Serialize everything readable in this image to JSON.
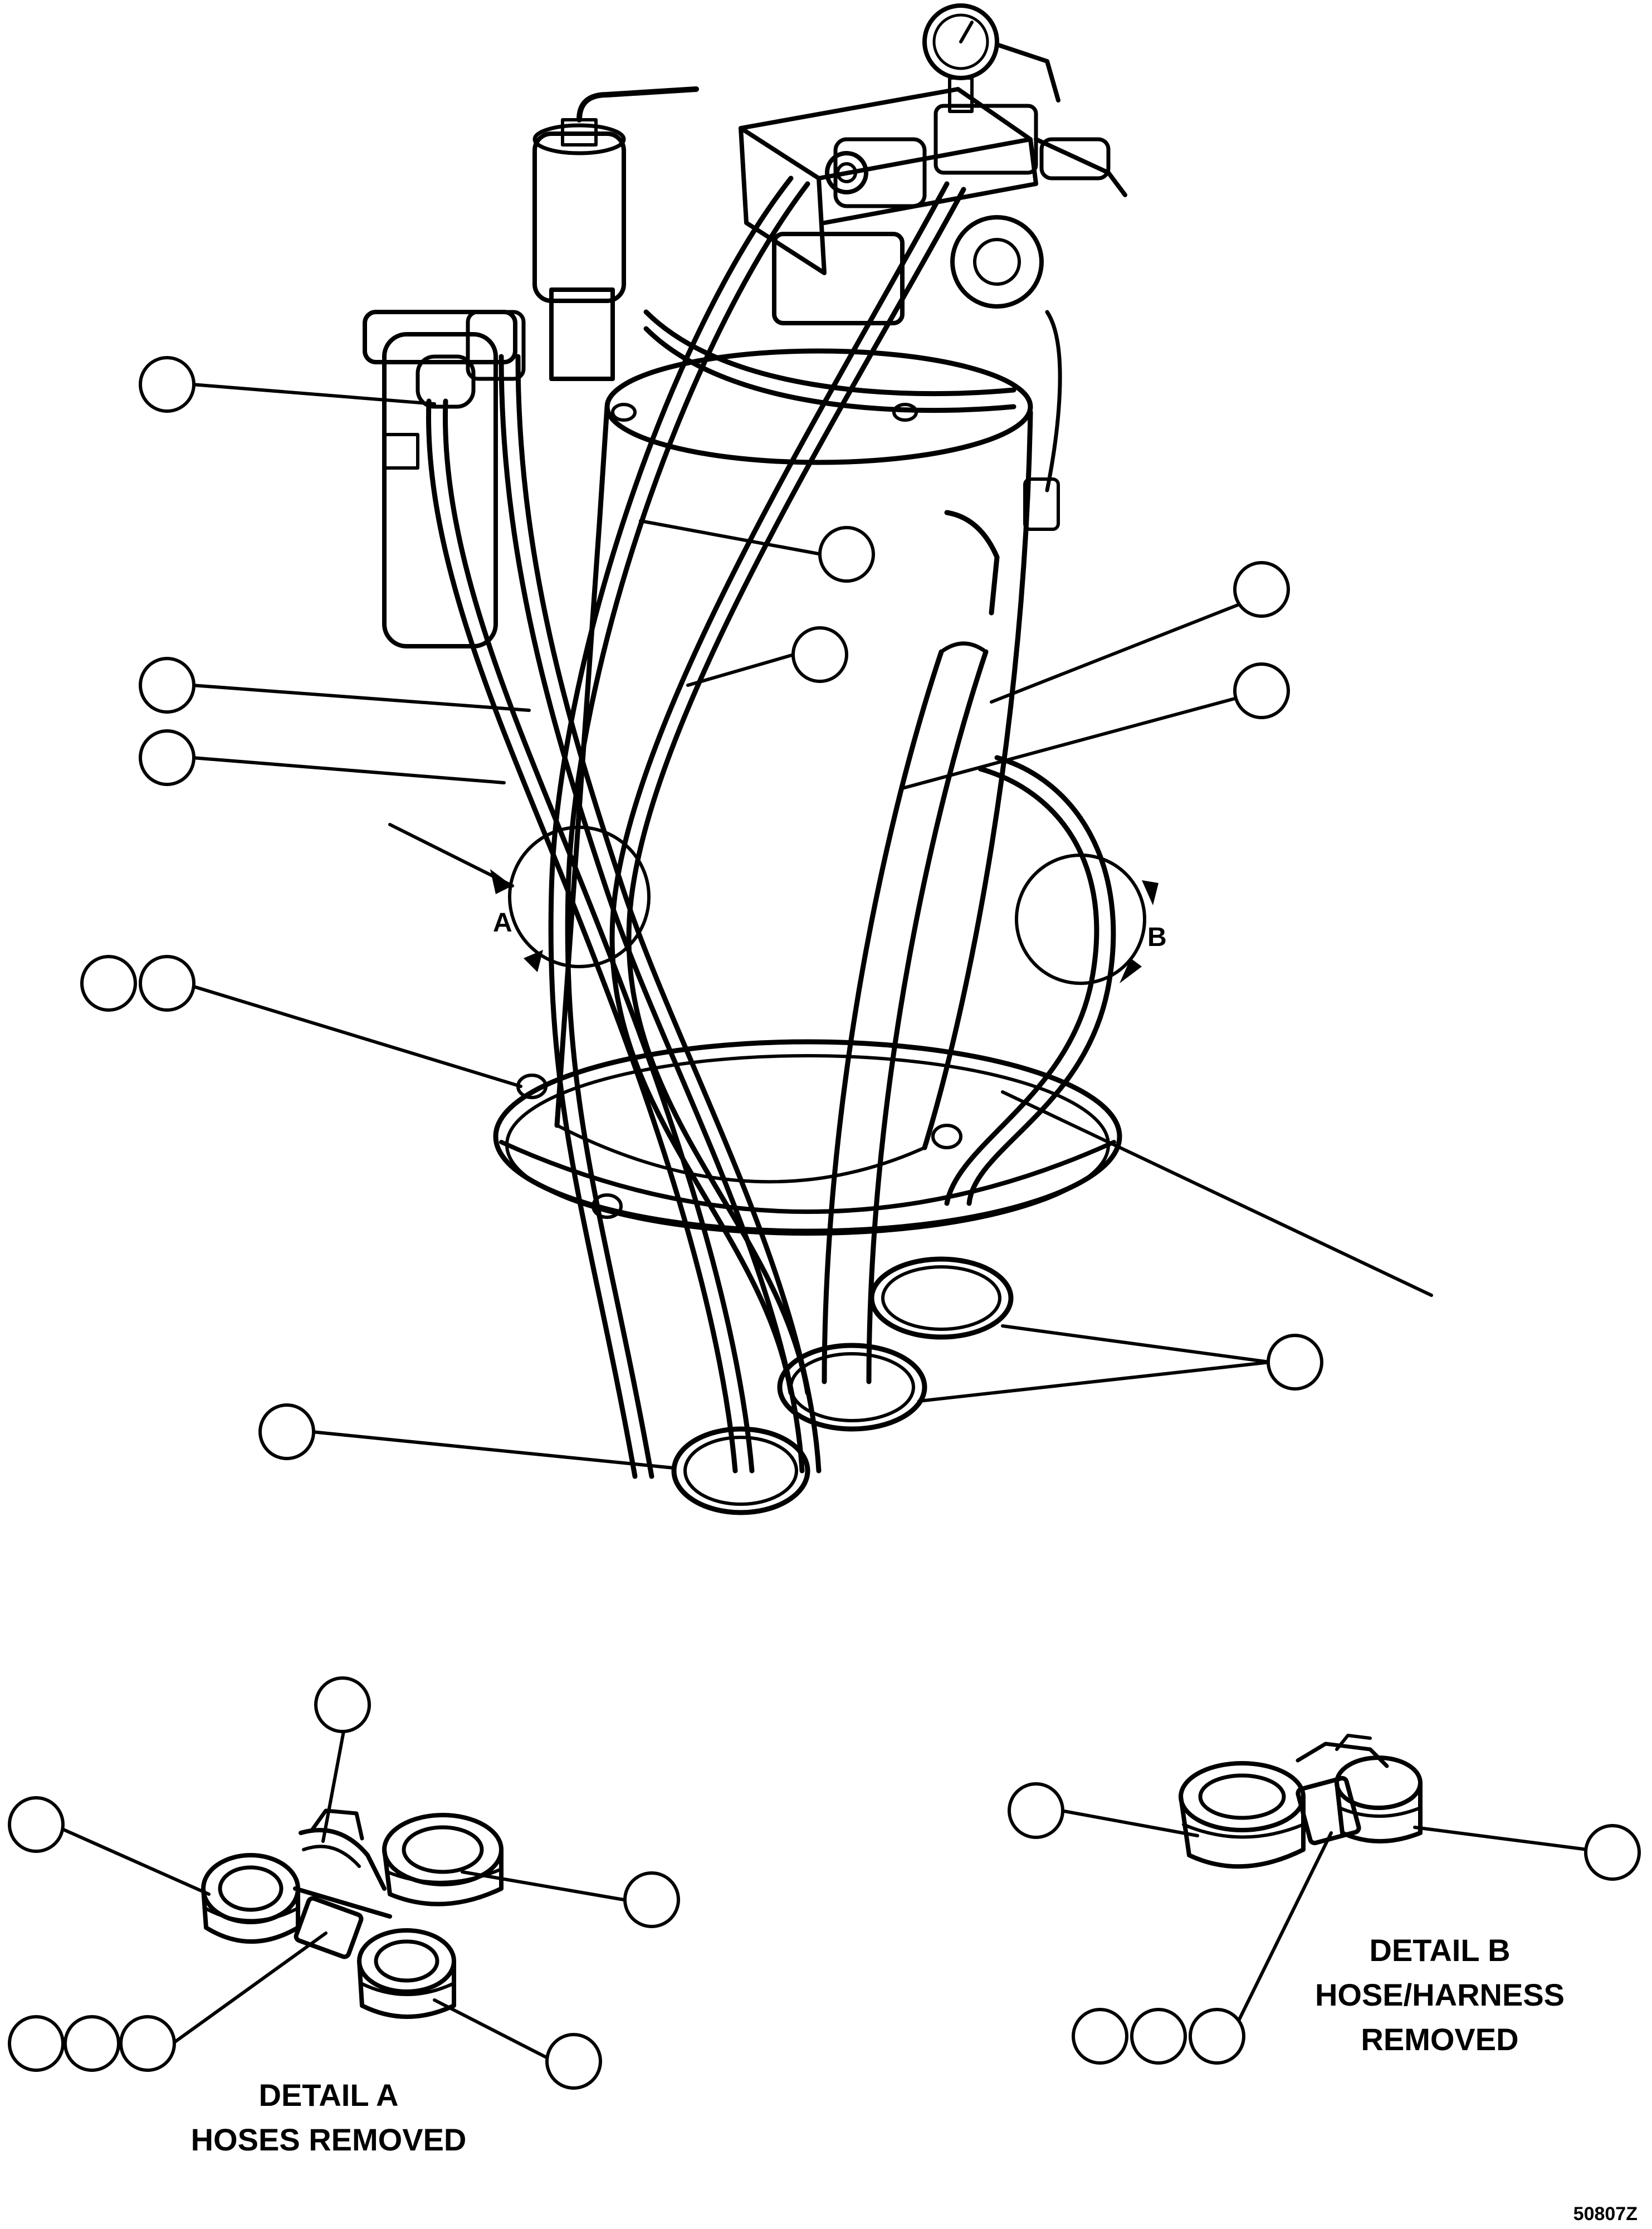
{
  "detail_markers": {
    "a": "A",
    "b": "B"
  },
  "detail_a": {
    "line1": "DETAIL A",
    "line2": "HOSES REMOVED"
  },
  "detail_b": {
    "line1": "DETAIL B",
    "line2": "HOSE/HARNESS",
    "line3": "REMOVED"
  },
  "figure_id": "50807Z"
}
